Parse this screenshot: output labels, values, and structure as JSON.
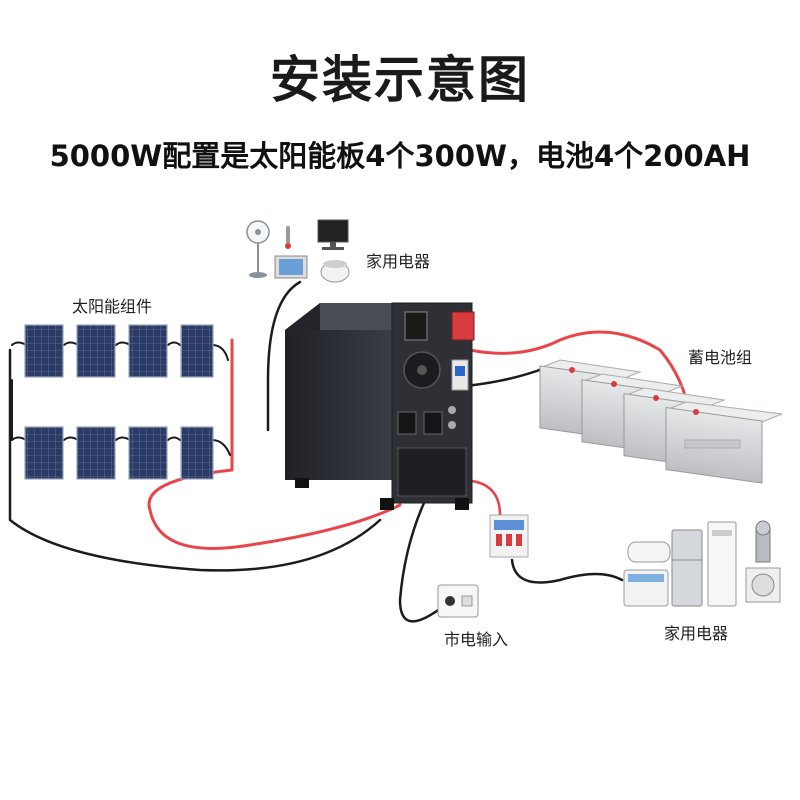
{
  "title": "安装示意图",
  "subtitle": "5000W配置是太阳能板4个300W，电池4个200AH",
  "labels": {
    "solar_modules": "太阳能组件",
    "appliances_top": "家用电器",
    "battery_bank": "蓄电池组",
    "grid_input": "市电输入",
    "appliances_bottom": "家用电器"
  },
  "colors": {
    "wire_red": "#e8454a",
    "wire_black": "#1c1c1c",
    "inverter": "#2b2d33",
    "battery": "#d9dadc",
    "panel": "#2b3b66"
  },
  "icons": {
    "appliances_top": [
      "fan-icon",
      "thermometer-icon",
      "monitor-icon",
      "tv-icon",
      "rice-cooker-icon"
    ],
    "appliances_bottom": [
      "water-heater-icon",
      "washing-machine-icon",
      "refrigerator-icon",
      "air-conditioner-icon",
      "water-pump-icon"
    ]
  }
}
